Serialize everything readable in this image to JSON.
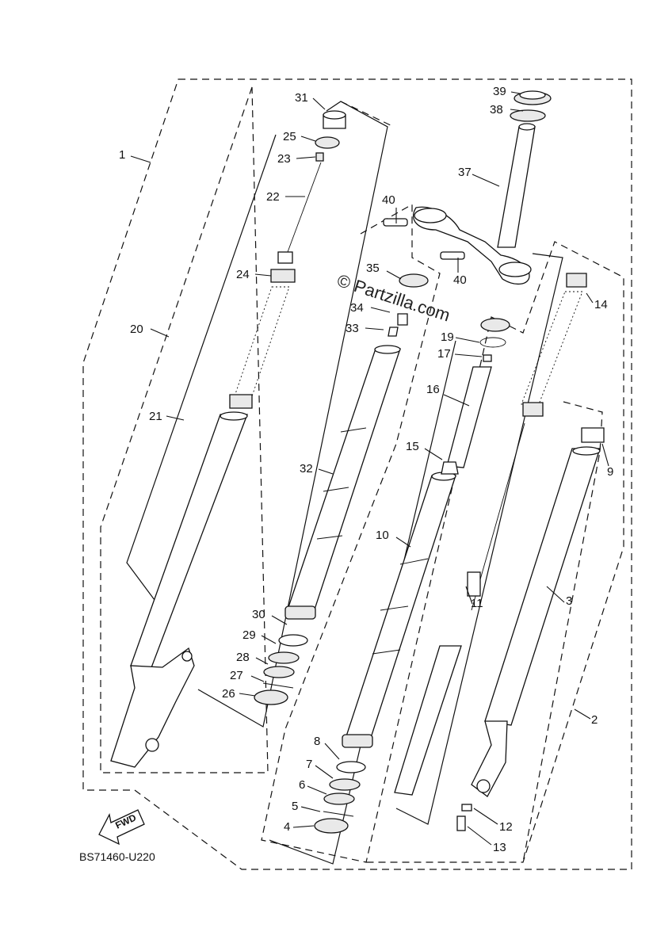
{
  "diagram": {
    "code": "BS71460-U220",
    "watermark": "© Partzilla.com",
    "fwd_label": "FWD",
    "callouts": {
      "c1": "1",
      "c2": "2",
      "c3": "3",
      "c4": "4",
      "c5": "5",
      "c6": "6",
      "c7": "7",
      "c8": "8",
      "c9": "9",
      "c10": "10",
      "c11": "11",
      "c12": "12",
      "c13": "13",
      "c14": "14",
      "c15": "15",
      "c16": "16",
      "c17": "17",
      "c19": "19",
      "c20": "20",
      "c21": "21",
      "c22": "22",
      "c23": "23",
      "c24": "24",
      "c25": "25",
      "c26": "26",
      "c27": "27",
      "c28": "28",
      "c29": "29",
      "c30": "30",
      "c31": "31",
      "c32": "32",
      "c33": "33",
      "c34": "34",
      "c35": "35",
      "c37": "37",
      "c38": "38",
      "c39": "39",
      "c40a": "40",
      "c40b": "40"
    }
  }
}
